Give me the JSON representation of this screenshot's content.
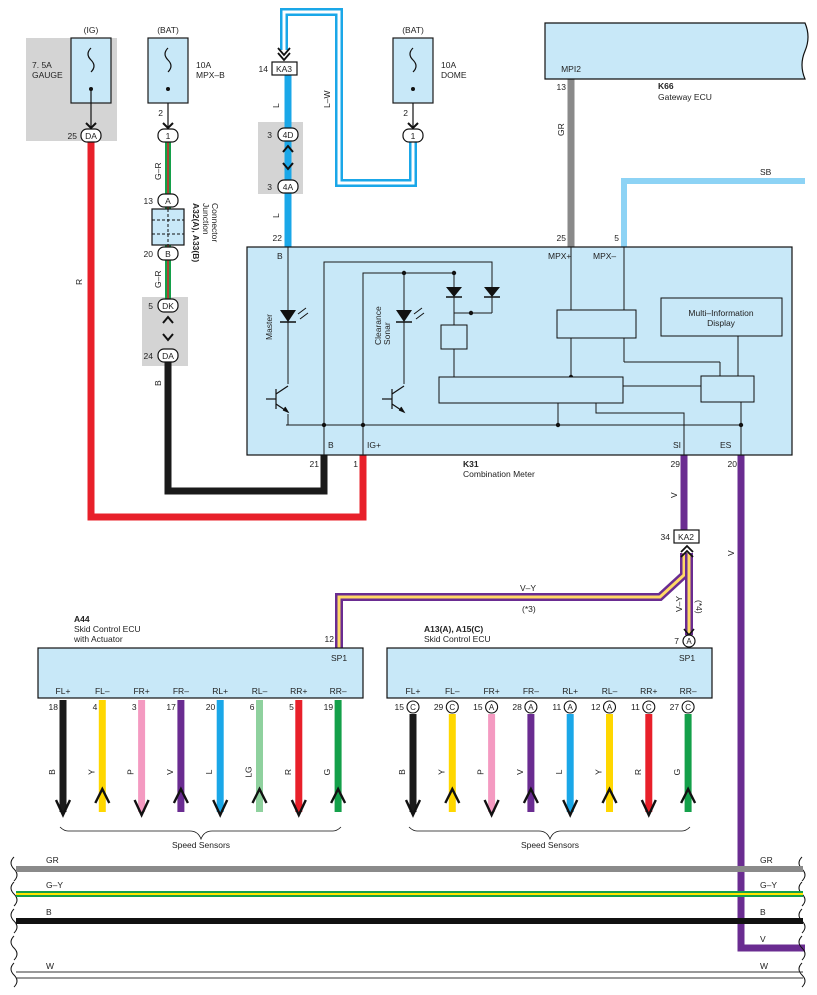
{
  "fuses": {
    "gauge": {
      "source": "(IG)",
      "line1": "7. 5A",
      "line2": "GAUGE",
      "pin": "25",
      "connector": "DA"
    },
    "mpxb": {
      "source": "(BAT)",
      "line1": "10A",
      "line2": "MPX–B",
      "pin_top": "2",
      "pin": "1"
    },
    "dome": {
      "source": "(BAT)",
      "line1": "10A",
      "line2": "DOME",
      "pin_top": "2",
      "pin": "1"
    }
  },
  "connectors": {
    "ka3": {
      "pin": "14",
      "label": "KA3"
    },
    "d4": {
      "pin": "3",
      "label": "4D"
    },
    "a4": {
      "pin": "3",
      "label": "4A"
    },
    "jc_top": {
      "pin": "13",
      "label": "A"
    },
    "jc_bottom": {
      "pin": "20",
      "label": "B"
    },
    "dk": {
      "pin": "5",
      "label": "DK"
    },
    "da2": {
      "pin": "24",
      "label": "DA"
    },
    "ka2": {
      "pin": "34",
      "label": "KA2"
    },
    "abs_a": {
      "pin": "7",
      "label": "A"
    }
  },
  "junction_connector": {
    "ids": "A32(A), A33(B)",
    "name_line1": "Junction",
    "name_line2": "Connector"
  },
  "wire_labels": {
    "r": "R",
    "gr_top": "G–R",
    "gr_bottom": "G–R",
    "b_left": "B",
    "l_top": "L",
    "l_mid": "L",
    "lw": "L–W",
    "gr_gateway": "GR",
    "sb": "SB",
    "v_meter": "V",
    "v_right": "V",
    "vy_horizontal": "V–Y",
    "vy_note": "(*3)",
    "vy_vertical": "V–Y",
    "vy_vertical_note": "(*4)"
  },
  "gateway": {
    "id": "K66",
    "name": "Gateway ECU",
    "pin_label": "MPI2",
    "pin": "13"
  },
  "meter": {
    "id": "K31",
    "name": "Combination Meter",
    "pins_top": [
      {
        "label": "B",
        "num": "22"
      },
      {
        "label": "MPX+",
        "num": "25"
      },
      {
        "label": "MPX–",
        "num": "5"
      }
    ],
    "pins_bottom": [
      {
        "label": "B",
        "num": "21"
      },
      {
        "label": "IG+",
        "num": "1"
      },
      {
        "label": "SI",
        "num": "29"
      },
      {
        "label": "ES",
        "num": "20"
      }
    ],
    "master": "Master",
    "clearance1": "Clearance",
    "clearance2": "Sonar",
    "mid_line1": "Multi–Information",
    "mid_line2": "Display"
  },
  "ecu_left": {
    "id": "A44",
    "name_line1": "Skid Control ECU",
    "name_line2": "with Actuator",
    "sp_pin": "12",
    "sp_label": "SP1",
    "pins": [
      {
        "label": "FL+",
        "num": "18",
        "wire": "B",
        "color": "#1a1a1a",
        "dir": "down"
      },
      {
        "label": "FL–",
        "num": "4",
        "wire": "Y",
        "color": "#ffd700",
        "dir": "up"
      },
      {
        "label": "FR+",
        "num": "3",
        "wire": "P",
        "color": "#f49ac1",
        "dir": "down"
      },
      {
        "label": "FR–",
        "num": "17",
        "wire": "V",
        "color": "#6a2c91",
        "dir": "up"
      },
      {
        "label": "RL+",
        "num": "20",
        "wire": "L",
        "color": "#1aa7e8",
        "dir": "down"
      },
      {
        "label": "RL–",
        "num": "6",
        "wire": "LG",
        "color": "#8fd19e",
        "dir": "up"
      },
      {
        "label": "RR+",
        "num": "5",
        "wire": "R",
        "color": "#e8202a",
        "dir": "down"
      },
      {
        "label": "RR–",
        "num": "19",
        "wire": "G",
        "color": "#14a04a",
        "dir": "up"
      }
    ],
    "sensors": "Speed Sensors"
  },
  "ecu_right": {
    "id": "A13(A), A15(C)",
    "name": "Skid Control ECU",
    "sp_label": "SP1",
    "pins": [
      {
        "label": "FL+",
        "num": "15",
        "conn": "C",
        "wire": "B",
        "color": "#1a1a1a",
        "dir": "down"
      },
      {
        "label": "FL–",
        "num": "29",
        "conn": "C",
        "wire": "Y",
        "color": "#ffd700",
        "dir": "up"
      },
      {
        "label": "FR+",
        "num": "15",
        "conn": "A",
        "wire": "P",
        "color": "#f49ac1",
        "dir": "down"
      },
      {
        "label": "FR–",
        "num": "28",
        "conn": "A",
        "wire": "V",
        "color": "#6a2c91",
        "dir": "up"
      },
      {
        "label": "RL+",
        "num": "11",
        "conn": "A",
        "wire": "L",
        "color": "#1aa7e8",
        "dir": "down"
      },
      {
        "label": "RL–",
        "num": "12",
        "conn": "A",
        "wire": "Y",
        "color": "#ffd700",
        "dir": "up"
      },
      {
        "label": "RR+",
        "num": "11",
        "conn": "C",
        "wire": "R",
        "color": "#e8202a",
        "dir": "down"
      },
      {
        "label": "RR–",
        "num": "27",
        "conn": "C",
        "wire": "G",
        "color": "#14a04a",
        "dir": "up"
      }
    ],
    "sensors": "Speed Sensors"
  },
  "buses": [
    {
      "label": "GR",
      "color": "#8a8a8a"
    },
    {
      "label": "G–Y",
      "color": "#14a04a",
      "stripe": "#ffe600"
    },
    {
      "label": "B",
      "color": "#111111"
    },
    {
      "label": "V",
      "color": "#6a2c91"
    },
    {
      "label": "W",
      "color": "#ffffff"
    }
  ],
  "colors": {
    "component_fill": "#c8e8f8",
    "component_stroke": "#1a1a1a",
    "shade": "#d4d4d4",
    "red": "#e8202a",
    "black": "#1a1a1a",
    "blue": "#1aa7e8",
    "lightblue": "#8dd3f5",
    "gray": "#8a8a8a",
    "purple": "#6a2c91",
    "yellow": "#ffd700"
  }
}
